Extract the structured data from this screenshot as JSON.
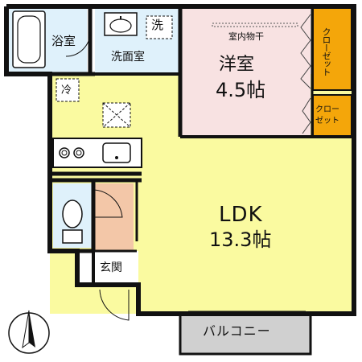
{
  "rooms": {
    "bath": "浴室",
    "washroom": "洗面室",
    "washer": "洗",
    "bedroom_name": "洋室",
    "bedroom_size": "4.5帖",
    "drying": "室内物干",
    "closet_large": "クローゼット",
    "closet_small_line1": "クロー",
    "closet_small_line2": "ゼット",
    "fridge": "冷",
    "ldk_name": "LDK",
    "ldk_size": "13.3帖",
    "entrance": "玄関",
    "balcony": "バルコニー"
  },
  "colors": {
    "wall": "#111111",
    "ldk": "#fafaa0",
    "bedroom": "#f8e2e2",
    "wet": "#dff1fb",
    "closet": "#f4a60a",
    "entrance": "#f3c7a8",
    "balcony": "#d0d0d0",
    "fixture": "#ffffff"
  },
  "icons": [
    "north-arrow-icon",
    "bathtub-icon",
    "washbasin-icon",
    "toilet-icon",
    "stove-icon",
    "sink-icon",
    "skylight-icon"
  ]
}
